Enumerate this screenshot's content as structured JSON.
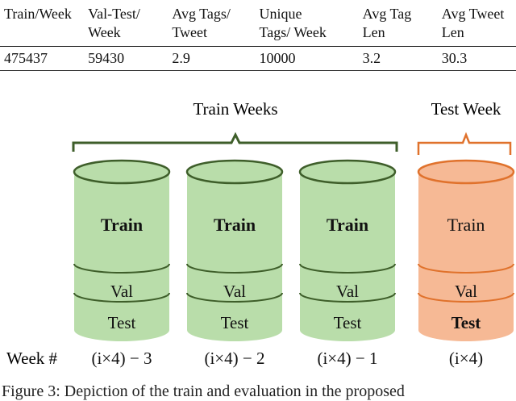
{
  "table": {
    "headers": [
      "Train/Week",
      "Val-Test/\nWeek",
      "Avg Tags/\nTweet",
      "Unique\nTags/ Week",
      "Avg Tag\nLen",
      "Avg Tweet\nLen"
    ],
    "row": [
      "475437",
      "59430",
      "2.9",
      "10000",
      "3.2",
      "30.3"
    ]
  },
  "diagram": {
    "train_weeks_label": "Train Weeks",
    "test_week_label": "Test Week",
    "week_prefix": "Week #",
    "cylinders": [
      {
        "segments": [
          "Train",
          "Val",
          "Test"
        ],
        "bold": "Train",
        "week": "(i×4) − 3",
        "kind": "train"
      },
      {
        "segments": [
          "Train",
          "Val",
          "Test"
        ],
        "bold": "Train",
        "week": "(i×4) − 2",
        "kind": "train"
      },
      {
        "segments": [
          "Train",
          "Val",
          "Test"
        ],
        "bold": "Train",
        "week": "(i×4) − 1",
        "kind": "train"
      },
      {
        "segments": [
          "Train",
          "Val",
          "Test"
        ],
        "bold": "Test",
        "week": "(i×4)",
        "kind": "test"
      }
    ],
    "colors": {
      "train_fill": "#b9ddaa",
      "train_stroke": "#3e5e2a",
      "test_fill": "#f6b995",
      "test_stroke": "#e0722c",
      "brace_train": "#3e5e2a",
      "brace_test": "#e0722c"
    }
  },
  "caption": "Figure 3: Depiction of the train and evaluation in the proposed"
}
